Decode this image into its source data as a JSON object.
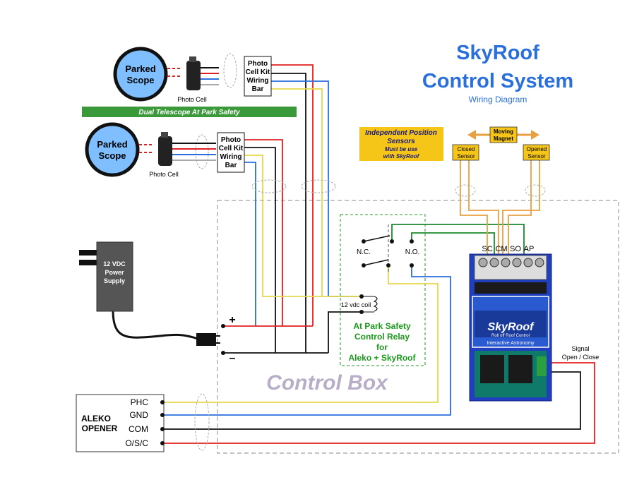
{
  "title": {
    "line1": "SkyRoof",
    "line2": "Control System",
    "subtitle": "Wiring Diagram"
  },
  "scopes": [
    {
      "label_line1": "Parked",
      "label_line2": "Scope",
      "sensor_label": "Photo Cell"
    },
    {
      "label_line1": "Parked",
      "label_line2": "Scope",
      "sensor_label": "Photo Cell"
    }
  ],
  "wiring_bar": {
    "line1": "Photo",
    "line2": "Cell Kit",
    "line3": "Wiring",
    "line4": "Bar"
  },
  "safety_banner": "Dual Telescope At Park Safety",
  "position_sensors": {
    "note_line1": "Independent Position",
    "note_line2": "Sensors",
    "note_line3": "Must be use",
    "note_line4": "with SkyRoof",
    "magnet_line1": "Moving",
    "magnet_line2": "Magnet",
    "closed_line1": "Closed",
    "closed_line2": "Sensor",
    "opened_line1": "Opened",
    "opened_line2": "Sensor"
  },
  "power_supply": {
    "line1": "12 VDC",
    "line2": "Power",
    "line3": "Supply",
    "plus": "+",
    "minus": "–"
  },
  "relay": {
    "nc": "N.C.",
    "no": "N.O.",
    "coil": "12 vdc coil",
    "caption_line1": "At Park Safety",
    "caption_line2": "Control Relay",
    "caption_line3": "for",
    "caption_line4": "Aleko + SkyRoof"
  },
  "control_box_label": "Control Box",
  "skyroof_board": {
    "terminals": [
      "SC",
      "CM",
      "SO",
      "AP"
    ],
    "brand": "SkyRoof",
    "tagline": "Roll off Roof Control",
    "maker": "Interactive Astronomy"
  },
  "signal_label": {
    "line1": "Signal",
    "line2": "Open / Close"
  },
  "aleko": {
    "line1": "ALEKO",
    "line2": "OPENER",
    "terminals": [
      "PHC",
      "GND",
      "COM",
      "O/S/C"
    ]
  },
  "colors": {
    "title_blue": "#2a6fdb",
    "red_wire": "#e02020",
    "black_wire": "#111111",
    "blue_wire": "#2a6fdb",
    "yellow_wire": "#e6d84a",
    "green_wire": "#1a8a2a",
    "orange_wire": "#e8a040",
    "scope_fill": "#7fbfff",
    "banner_green": "#3a9a3a",
    "note_yellow": "#f5c518",
    "board_blue": "#1f3fbf",
    "relay_text_green": "#1a9a1a",
    "control_box_text": "#b8aec8"
  }
}
